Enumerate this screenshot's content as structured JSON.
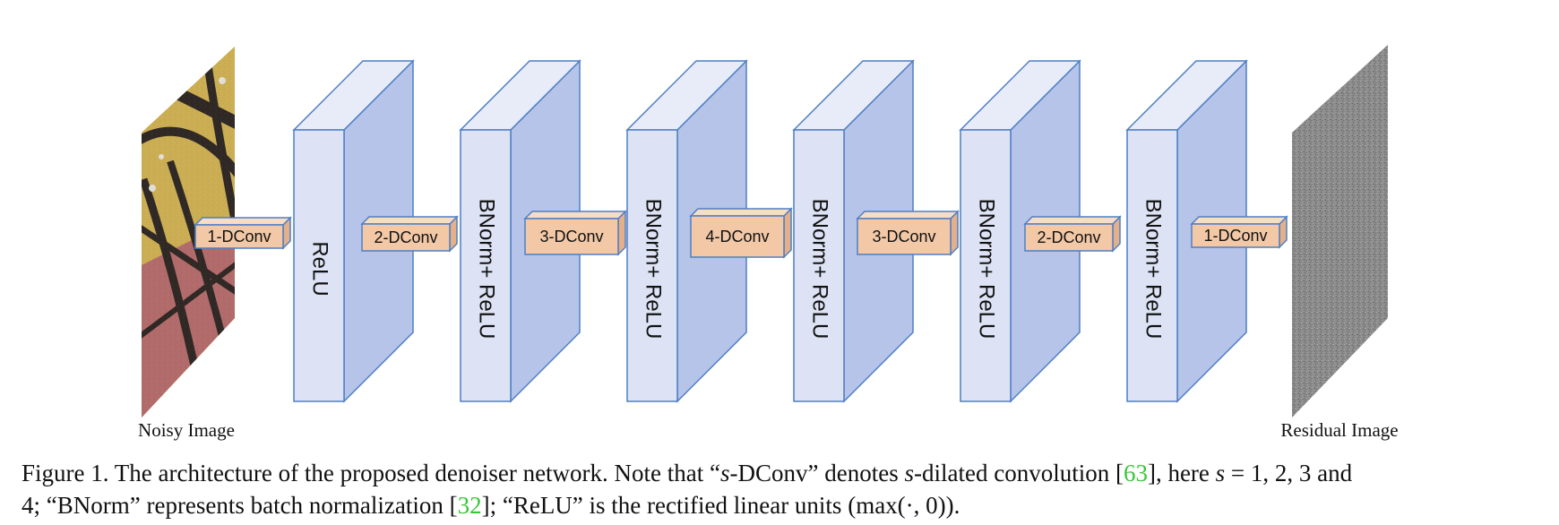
{
  "diagram": {
    "input_label": "Noisy Image",
    "output_label": "Residual Image",
    "layers": [
      {
        "label": "ReLU"
      },
      {
        "label": "BNorm+ ReLU"
      },
      {
        "label": "BNorm+ ReLU"
      },
      {
        "label": "BNorm+ ReLU"
      },
      {
        "label": "BNorm+ ReLU"
      },
      {
        "label": "BNorm+ ReLU"
      }
    ],
    "convs": [
      {
        "label": "1-DConv"
      },
      {
        "label": "2-DConv"
      },
      {
        "label": "3-DConv"
      },
      {
        "label": "4-DConv"
      },
      {
        "label": "3-DConv"
      },
      {
        "label": "2-DConv"
      },
      {
        "label": "1-DConv"
      }
    ],
    "colors": {
      "block_front": "#dde3f4",
      "block_side": "#b5c4e8",
      "block_top": "#e8ecf8",
      "block_edge": "#4f7fc4",
      "conv_fill": "#f2c8a6",
      "conv_edge": "#4f7fc4",
      "noise_fill": "#8a8a8a"
    }
  },
  "caption": {
    "line1": {
      "prefix": "Figure 1. The architecture of the proposed denoiser network. Note that “",
      "s1": "s",
      "mid1": "-DConv” denotes ",
      "s2": "s",
      "mid2": "-dilated convolution [",
      "ref1": "63",
      "mid3": "], here ",
      "s3": "s",
      "end": " = 1, 2, 3 and"
    },
    "line2": {
      "prefix": "4; “BNorm” represents batch normalization [",
      "ref2": "32",
      "mid": "]; “ReLU” is the rectified linear units ",
      "formula": "(max(·, 0))",
      "end": "."
    }
  }
}
